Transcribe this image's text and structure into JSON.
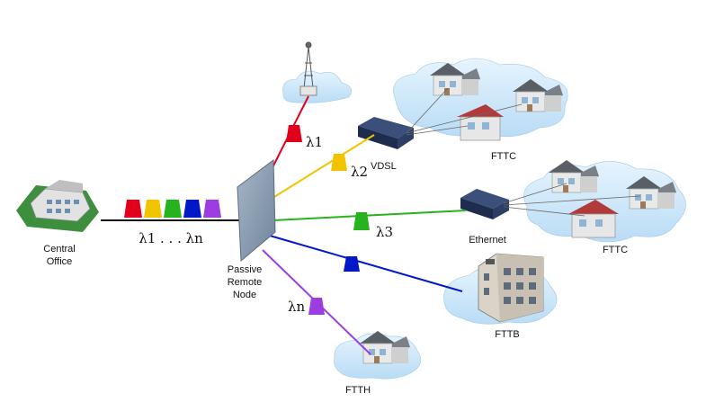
{
  "labels": {
    "central_office_line1": "Central",
    "central_office_line2": "Office",
    "wavelengths_combined": "λ1 . . . λn",
    "remote_node_line1": "Passive",
    "remote_node_line2": "Remote",
    "remote_node_line3": "Node",
    "vdsl": "VDSL",
    "ethernet": "Ethernet",
    "fttc_top": "FTTC",
    "fttc_mid": "FTTC",
    "fttb": "FTTB",
    "ftth": "FTTH",
    "lambda_1": "λ1",
    "lambda_2": "λ2",
    "lambda_3": "λ3",
    "lambda_n": "λn"
  },
  "icons": [
    "cell-tower-icon",
    "building-icon",
    "house-icon",
    "switch-icon",
    "filter-icon",
    "cloud-icon"
  ],
  "colors": {
    "red": "#e3001b",
    "yellow": "#f2c400",
    "green": "#27b31f",
    "blue": "#0018c8",
    "purple": "#9b3de0",
    "cloud": "#cde8fb",
    "node": "#8fa3b8"
  }
}
